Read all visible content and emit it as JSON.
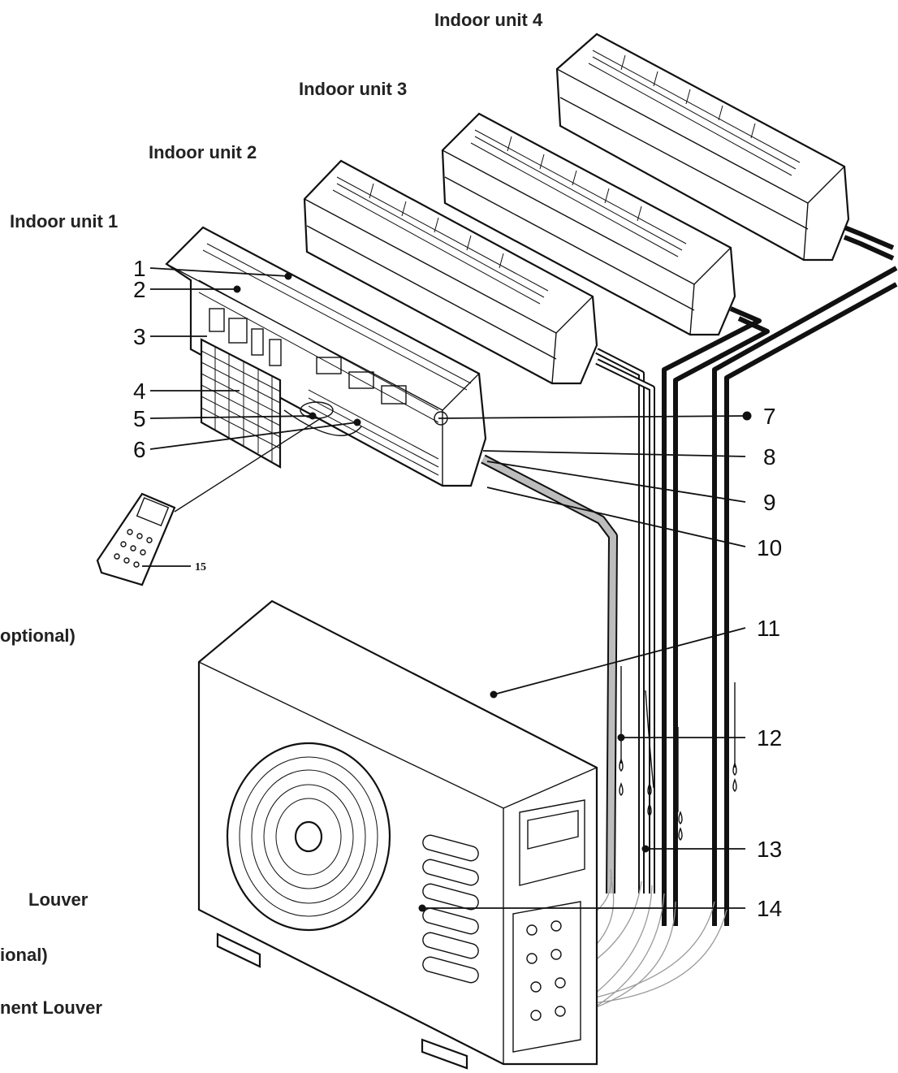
{
  "indoor_units": [
    {
      "label": "Indoor unit 4"
    },
    {
      "label": "Indoor unit 3"
    },
    {
      "label": "Indoor unit 2"
    },
    {
      "label": "Indoor unit 1"
    }
  ],
  "callouts": [
    "1",
    "2",
    "3",
    "4",
    "5",
    "6",
    "7",
    "8",
    "9",
    "10",
    "11",
    "12",
    "13",
    "14"
  ],
  "remote_label": "15",
  "cropped_left_text": [
    "optional)",
    "Louver",
    "ional)",
    "nent Louver"
  ],
  "colors": {
    "line": "#111111",
    "pipe_gray": "#9a9a9a",
    "background": "#ffffff"
  }
}
